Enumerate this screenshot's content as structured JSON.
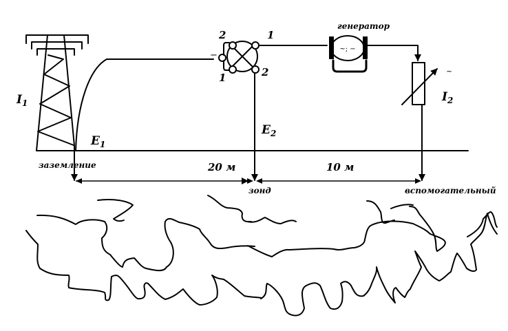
{
  "diagram": {
    "labels": {
      "current_source": "I",
      "current_source_sub": "1",
      "current_aux": "I",
      "current_aux_sub": "2",
      "voltage_ground": "E",
      "voltage_ground_sub": "1",
      "voltage_probe": "E",
      "voltage_probe_sub": "2",
      "grounding": "заземление",
      "probe": "зонд",
      "auxiliary": "вспомогательный",
      "generator": "генератор",
      "generator_symbol": "~; −",
      "rheostat_symbol": "~",
      "distance_1": "20 м",
      "distance_2": "10 м",
      "meter_terminal_top_left": "2",
      "meter_terminal_bottom_left": "1",
      "meter_terminal_top_right": "1",
      "meter_terminal_bottom_right": "2",
      "meter_minus": "−"
    },
    "components": [
      "transmission-tower",
      "meter-bridge",
      "generator",
      "variable-resistor",
      "ground-line",
      "soil-layers"
    ],
    "distances_m": [
      20,
      10
    ]
  }
}
